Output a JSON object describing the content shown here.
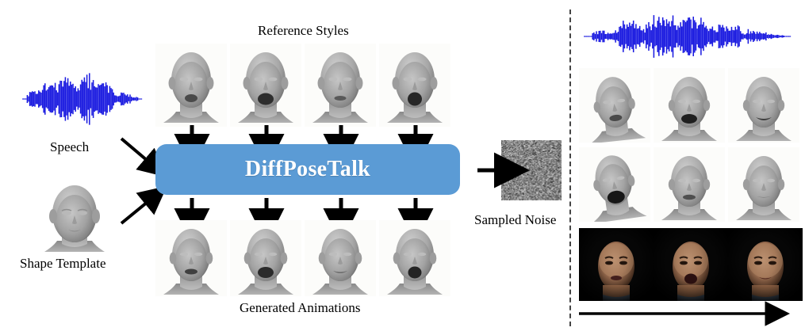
{
  "figure": {
    "title": "DiffPoseTalk method overview diagram",
    "background_color": "#ffffff"
  },
  "pipeline": {
    "model_name": "DiffPoseTalk",
    "box_color": "#5b9bd5",
    "text_color": "#ffffff"
  },
  "labels": {
    "reference_styles": "Reference Styles",
    "generated_animations": "Generated Animations",
    "speech": "Speech",
    "shape_template": "Shape Template",
    "sampled_noise": "Sampled Noise"
  },
  "inputs": {
    "speech": {
      "label": "Speech",
      "icon": "audio-waveform-icon",
      "waveform_color": "#1a1ae0"
    },
    "shape_template": {
      "label": "Shape Template",
      "icon": "head-mesh-icon",
      "mesh_color": "#9a9a9a"
    },
    "sampled_noise": {
      "label": "Sampled Noise",
      "icon": "noise-patch-icon",
      "noise_color": "#7f7f7f"
    }
  },
  "reference_styles": {
    "caption": "Reference Styles",
    "count": 4,
    "items": [
      {
        "name": "reference-style-1",
        "expression": "open-mouth-neutral"
      },
      {
        "name": "reference-style-2",
        "expression": "wide-open-mouth"
      },
      {
        "name": "reference-style-3",
        "expression": "slight-open-mouth"
      },
      {
        "name": "reference-style-4",
        "expression": "round-open-mouth"
      }
    ]
  },
  "generated_animations": {
    "caption": "Generated Animations",
    "count": 4,
    "items": [
      {
        "name": "generated-animation-1",
        "expression": "open-mouth-narrow"
      },
      {
        "name": "generated-animation-2",
        "expression": "wide-open-mouth"
      },
      {
        "name": "generated-animation-3",
        "expression": "smile-closed"
      },
      {
        "name": "generated-animation-4",
        "expression": "round-open-mouth"
      }
    ]
  },
  "results_panel": {
    "audio": {
      "name": "result-waveform",
      "waveform_color": "#1a1ae0"
    },
    "mesh_row_1": [
      {
        "name": "result-mesh-1-1",
        "expression": "open-mouth-tilt-left"
      },
      {
        "name": "result-mesh-1-2",
        "expression": "wide-open-mouth"
      },
      {
        "name": "result-mesh-1-3",
        "expression": "smile-open"
      }
    ],
    "mesh_row_2": [
      {
        "name": "result-mesh-2-1",
        "expression": "head-up-wide-open-mouth"
      },
      {
        "name": "result-mesh-2-2",
        "expression": "slight-open-mouth"
      },
      {
        "name": "result-mesh-2-3",
        "expression": "closed-mouth-neutral"
      }
    ],
    "photo_row": [
      {
        "name": "rendered-face-1",
        "expression": "slight-open-mouth"
      },
      {
        "name": "rendered-face-2",
        "expression": "wide-open-mouth"
      },
      {
        "name": "rendered-face-3",
        "expression": "closed-mouth-smile"
      }
    ],
    "timeline_arrow": {
      "name": "timeline-arrow",
      "direction": "right"
    }
  },
  "arrows": {
    "speech_to_box": "arrow-down-right",
    "shape_to_box": "arrow-up-right",
    "noise_to_box": "arrow-left",
    "style_to_box_count": 4,
    "box_to_output_count": 4,
    "color": "#000000"
  },
  "divider": {
    "name": "panel-divider",
    "style": "dashed",
    "color": "#444444"
  }
}
